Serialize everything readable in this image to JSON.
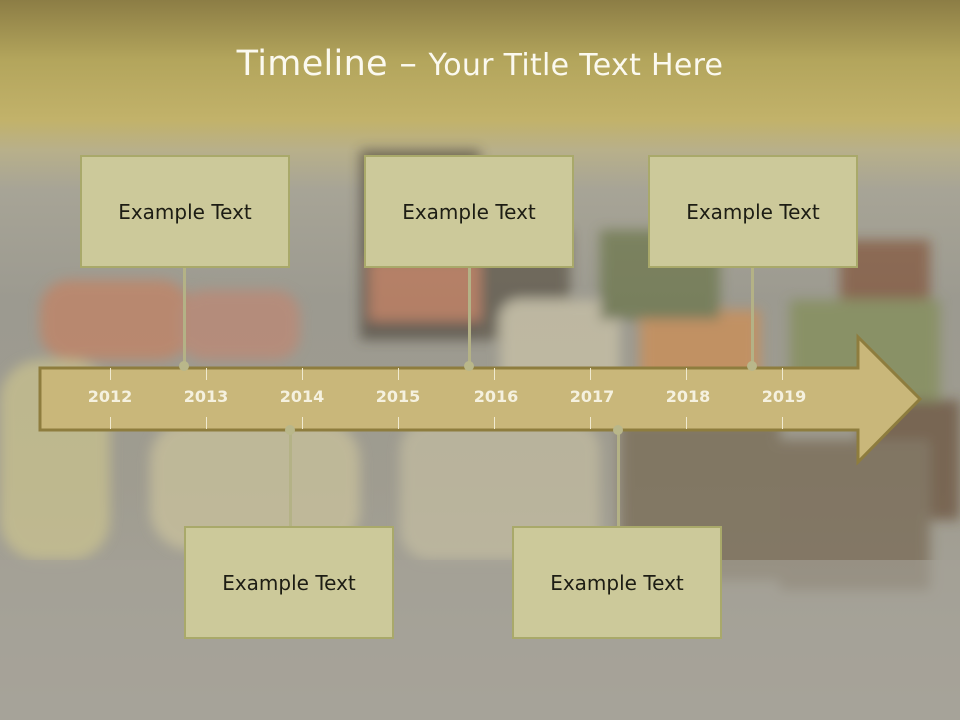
{
  "slide": {
    "title_main": "Timeline – ",
    "title_sub": "Your Title Text Here"
  },
  "timeline": {
    "years": [
      "2012",
      "2013",
      "2014",
      "2015",
      "2016",
      "2017",
      "2018",
      "2019"
    ],
    "boxes": [
      {
        "label": "Example Text"
      },
      {
        "label": "Example Text"
      },
      {
        "label": "Example Text"
      },
      {
        "label": "Example Text"
      },
      {
        "label": "Example Text"
      }
    ]
  },
  "colors": {
    "arrow_fill": "#c9b77a",
    "arrow_stroke": "#8e7d3e",
    "box_fill": "#ccc99a",
    "box_border": "#a9a96a",
    "title_band": "#b3a55c"
  }
}
